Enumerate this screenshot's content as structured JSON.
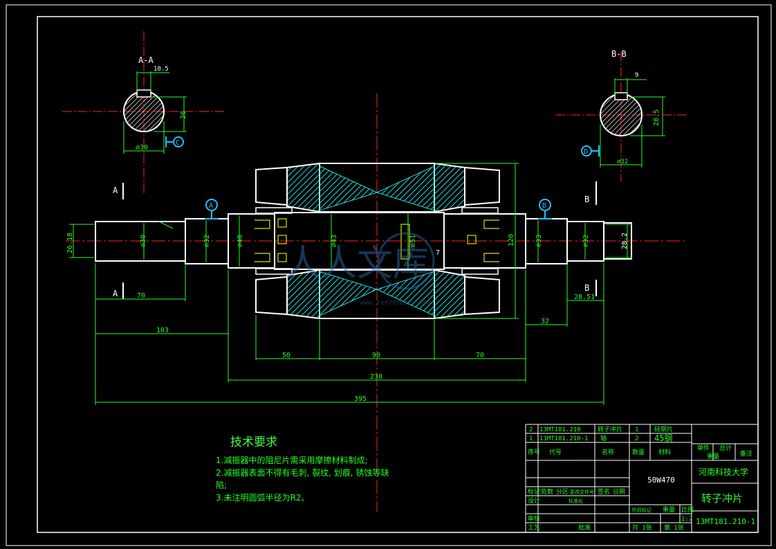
{
  "colors": {
    "background": "#000000",
    "outline": "#ffffff",
    "frame": "#ffffff",
    "centerline": "#ff2020",
    "dimension": "#22ff22",
    "hatch": "#22e0e0",
    "datum": "#22c0ff",
    "table_text": "#22ff22"
  },
  "section_views": {
    "aa": {
      "label": "A-A",
      "dim_keyway_width": "10.5",
      "dim_depth": "26",
      "dim_diameter": "⌀30",
      "datum": "C"
    },
    "bb": {
      "label": "B-B",
      "dim_keyway_width": "9",
      "dim_depth": "28.5",
      "dim_diameter": "⌀32",
      "datum": "D"
    }
  },
  "section_markers": {
    "a_top": "A",
    "a_bottom": "A",
    "b_top": "B",
    "b_bottom": "B"
  },
  "datums": {
    "left": "A",
    "right": "B"
  },
  "main_view": {
    "dia_left_end": "⌀30",
    "dia_left_bearing": "⌀32",
    "dia_left_collar": "⌀40",
    "dia_center_shaft": "⌀43",
    "dia_rotor_bore": "⌀51",
    "dia_right_bearing": "⌀33",
    "dia_right_end": "⌀32",
    "dim_left_height": "26.18",
    "dim_right_height": "28.2",
    "dim_rotor_od": "120",
    "dim_gap": "7",
    "len_70_left": "70",
    "len_103": "103",
    "len_28_51": "28.51",
    "len_32": "32",
    "len_50": "50",
    "len_90": "90",
    "len_70_right": "70",
    "len_230": "230",
    "len_395": "395"
  },
  "watermark": {
    "text": "人人文库",
    "url": "www.renrendoc.com"
  },
  "tech_notes": {
    "title": "技术要求",
    "lines": [
      "1.减振器中的阻尼片需采用摩擦材料制成;",
      "2.减振器表面不得有毛刺, 裂纹, 划痕, 锈蚀等缺",
      "陷;",
      "3.未注明圆弧半径为R2。"
    ]
  },
  "title_block": {
    "row2_no": "2",
    "row2_code": "13MT181.210",
    "row2_name": "转子冲片",
    "row2_qty": "1",
    "row2_material": "硅钢片",
    "row1_no": "1",
    "row1_code": "13MT181.210-1",
    "row1_name": "轴",
    "row1_qty": "2",
    "row1_material": "45钢",
    "hdr_seq": "序号",
    "hdr_code": "代号",
    "hdr_name": "名称",
    "hdr_qty": "数量",
    "hdr_material": "材料",
    "hdr_single": "单件",
    "hdr_total": "总计",
    "hdr_weight": "重量",
    "hdr_remark": "备注",
    "material_spec": "50W470",
    "school": "河南科技大学",
    "part_name": "转子冲片",
    "drawing_number": "13MT181.210-1",
    "scale": "1:2",
    "sheet_total": "共 1张",
    "sheet_no": "第 1张",
    "lbl_design": "设计",
    "lbl_check": "审核",
    "lbl_process": "工艺",
    "lbl_standard": "标准化",
    "lbl_approve": "批准",
    "lbl_date": "日期",
    "lbl_mark": "标记",
    "lbl_count": "处数",
    "lbl_zone": "分区",
    "lbl_change": "更改文件号",
    "lbl_sign": "签名",
    "lbl_stage": "阶段标记",
    "lbl_weight": "重量",
    "lbl_ratio": "比例"
  }
}
